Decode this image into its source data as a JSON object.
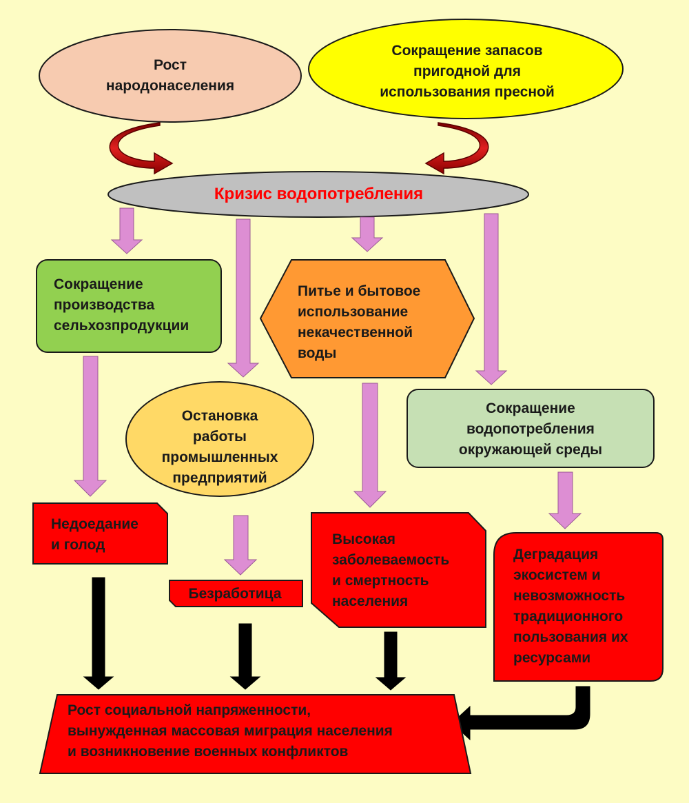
{
  "nodes": {
    "population_growth": {
      "text": "Рост\nнародонаселения",
      "color": "#f7cbb0"
    },
    "freshwater_decline": {
      "text": "Сокращение запасов\nпригодной для\nиспользования пресной",
      "color": "#ffff00"
    },
    "water_crisis": {
      "text": "Кризис водопотребления",
      "color": "#c0c0c0",
      "text_color": "#ff0000"
    },
    "agri_decline": {
      "text": "Сокращение\nпроизводства\nсельхозпродукции",
      "color": "#92d050"
    },
    "bad_water_use": {
      "text": "Питье и бытовое\nиспользование\nнекачественной\nводы",
      "color": "#ff9933"
    },
    "industry_stop": {
      "text": "Остановка\nработы\nпромышленных\nпредприятий",
      "color": "#ffd966"
    },
    "env_water_decline": {
      "text": "Сокращение\nводопотребления\nокружающей среды",
      "color": "#c6e0b4"
    },
    "malnutrition": {
      "text": "Недоедание\nи голод",
      "color": "#ff0000"
    },
    "unemployment": {
      "text": "Безработица",
      "color": "#ff0000"
    },
    "high_morbidity": {
      "text": "Высокая\nзаболеваемость\nи смертность\nнаселения",
      "color": "#ff0000"
    },
    "ecosystem_degradation": {
      "text": "Деградация\nэкосистем и\nневозможность\nтрадиционного\nпользования их\nресурсами",
      "color": "#ff0000"
    },
    "social_tension": {
      "text": "Рост социальной напряженности,\nвынужденная массовая миграция населения\nи возникновение военных конфликтов",
      "color": "#ff0000"
    }
  },
  "colors": {
    "background": "#fdfcc4",
    "pink_arrow": "#dd8ed3",
    "black_arrow": "#000000",
    "curved_arrow": "#c00000"
  }
}
